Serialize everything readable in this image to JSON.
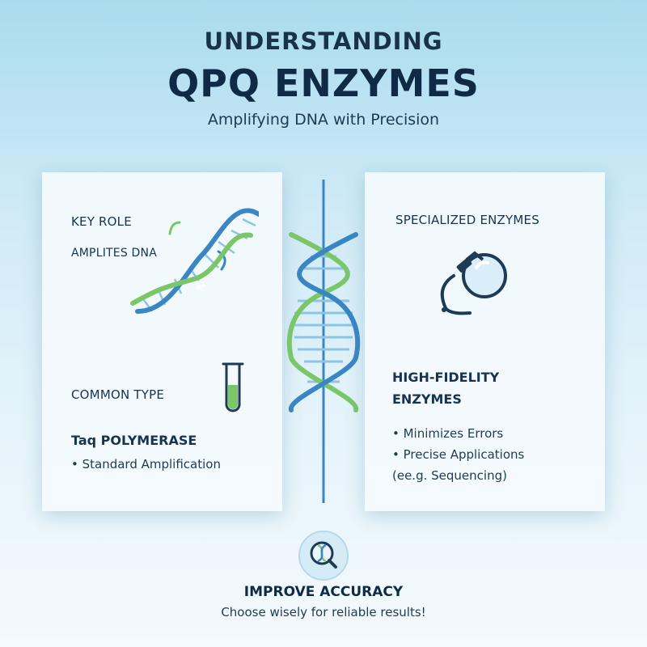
{
  "header": {
    "title_line1": "UNDERSTANDING",
    "title_line2": "QPQ ENZYMES",
    "subtitle": "Amplifying DNA with Precision"
  },
  "left_panel": {
    "key_role_label": "KEY ROLE",
    "key_role_value": "AMPLITES DNA",
    "common_type_label": "COMMON TYPE",
    "enzyme_name": "Taq POLYMERASE",
    "bullets": [
      "• Standard Amplification"
    ],
    "icons": [
      "dna-helix-icon",
      "test-tube-icon"
    ]
  },
  "right_panel": {
    "heading": "SPECIALIZED ENZYMES",
    "enzyme_title_line1": "HIGH-FIDELITY",
    "enzyme_title_line2": "ENZYMES",
    "bullets": [
      "• Minimizes Errors",
      "• Precise Applications"
    ],
    "note": "(ee.g. Sequencing)",
    "icons": [
      "magnifying-glass-icon"
    ]
  },
  "footer": {
    "title": "IMPROVE ACCURACY",
    "subtitle": "Choose wisely for reliable results!",
    "icon": "dna-magnifier-icon"
  },
  "colors": {
    "helix_blue": "#3a86c5",
    "helix_green": "#7cc66a",
    "text_dark": "#14324f"
  }
}
